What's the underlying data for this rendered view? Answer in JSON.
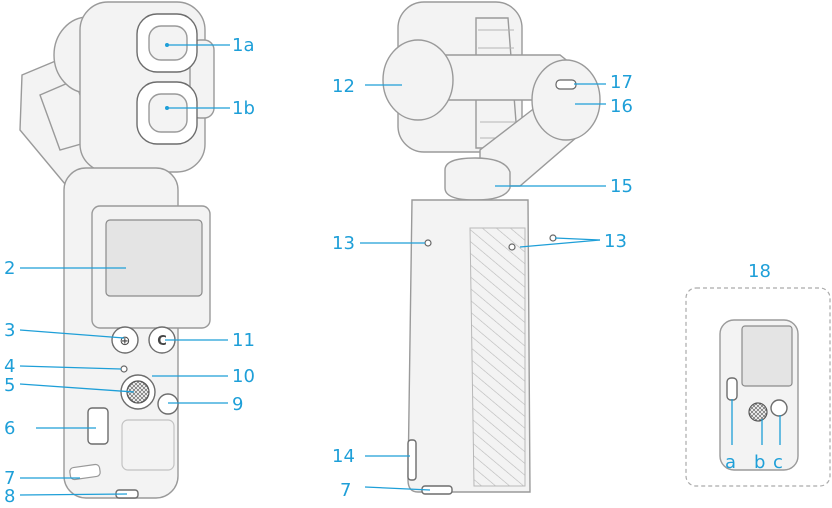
{
  "colors": {
    "accent": "#1e9fd8",
    "outline": "#9a9a9a",
    "fill": "#f3f3f3"
  },
  "labels": {
    "l1a": "1a",
    "l1b": "1b",
    "l2": "2",
    "l3": "3",
    "l4": "4",
    "l5": "5",
    "l6": "6",
    "l7_left": "7",
    "l8": "8",
    "l9": "9",
    "l10": "10",
    "l11": "11",
    "l12": "12",
    "l13_left": "13",
    "l13_right": "13",
    "l14": "14",
    "l15": "15",
    "l16": "16",
    "l17": "17",
    "l7_mid": "7",
    "l18": "18",
    "la": "a",
    "lb": "b",
    "lc": "c"
  }
}
